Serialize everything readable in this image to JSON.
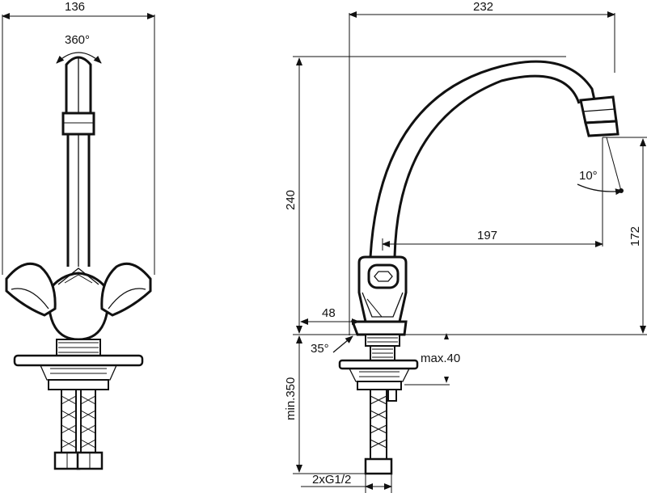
{
  "dimensions": {
    "front_width": "136",
    "rotation": "360°",
    "side_width": "232",
    "height_total": "240",
    "reach": "197",
    "height_outlet": "172",
    "angle": "10°",
    "base_offset": "48",
    "base_angle": "35°",
    "deck_thickness": "max.40",
    "hose_length": "min.350",
    "connection": "2xG1/2"
  }
}
